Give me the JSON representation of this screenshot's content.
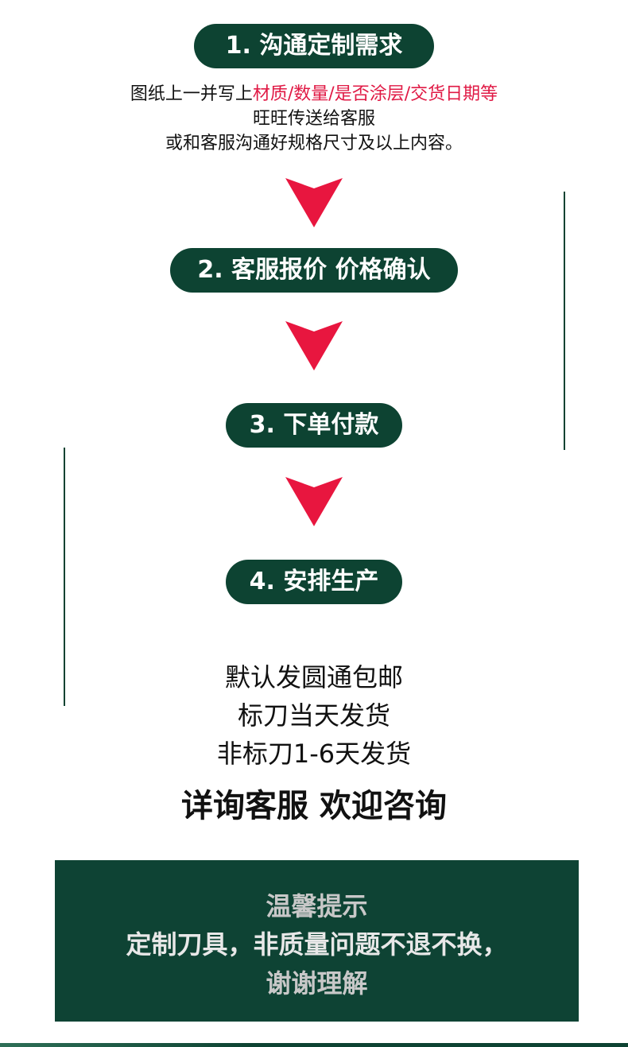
{
  "steps": [
    {
      "label": "1. 沟通定制需求"
    },
    {
      "label": "2. 客服报价 价格确认"
    },
    {
      "label": "3. 下单付款"
    },
    {
      "label": "4. 安排生产"
    }
  ],
  "step1_desc": {
    "line1_pre": "图纸上一并写上",
    "line1_highlight": "材质/数量/是否涂层/交货日期等",
    "line2": "旺旺传送给客服",
    "line3": "或和客服沟通好规格尺寸及以上内容。"
  },
  "shipping": {
    "line1": "默认发圆通包邮",
    "line2": "标刀当天发货",
    "line3": "非标刀1-6天发货"
  },
  "consult": "详询客服  欢迎咨询",
  "notice": {
    "title": "温馨提示",
    "body": "定制刀具，非质量问题不退不换，",
    "thanks": "谢谢理解"
  },
  "colors": {
    "primary_green": "#0d4332",
    "arrow_red": "#e8163f",
    "highlight_red": "#e01a45"
  },
  "icons": {
    "arrow": "down-arrow-icon"
  }
}
